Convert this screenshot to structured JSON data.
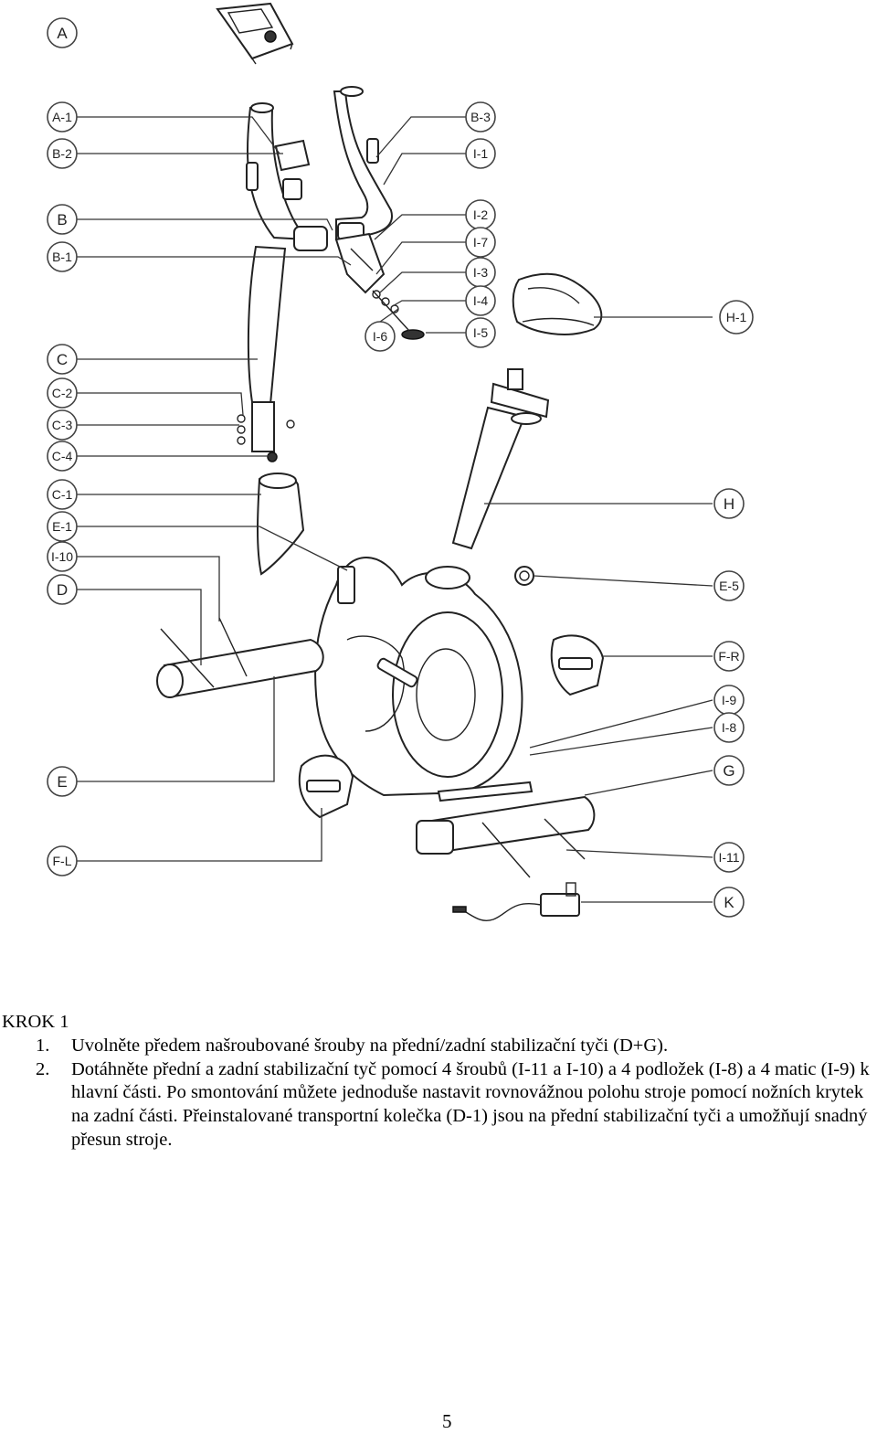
{
  "diagram": {
    "labels": {
      "A": "A",
      "A1": "A-1",
      "B2": "B-2",
      "B": "B",
      "B1": "B-1",
      "C": "C",
      "C2": "C-2",
      "C3": "C-3",
      "C4": "C-4",
      "C1": "C-1",
      "E1": "E-1",
      "I10": "I-10",
      "D": "D",
      "E": "E",
      "FL": "F-L",
      "B3": "B-3",
      "I1": "I-1",
      "I2": "I-2",
      "I7": "I-7",
      "I3": "I-3",
      "I4": "I-4",
      "I5": "I-5",
      "I6": "I-6",
      "H1": "H-1",
      "H": "H",
      "E5": "E-5",
      "FR": "F-R",
      "I9": "I-9",
      "I8": "I-8",
      "G": "G",
      "I11": "I-11",
      "K": "K"
    }
  },
  "instructions": {
    "heading": "KROK 1",
    "steps": [
      {
        "number": "1.",
        "text": "Uvolněte předem našroubované šrouby na přední/zadní stabilizační tyči (D+G)."
      },
      {
        "number": "2.",
        "text": "Dotáhněte přední a zadní stabilizační tyč pomocí 4 šroubů (I-11 a I-10) a 4 podložek (I-8) a 4 matic (I-9) k hlavní části. Po smontování můžete jednoduše nastavit rovnovážnou polohu stroje pomocí nožních krytek na zadní části. Přeinstalované transportní kolečka (D-1) jsou na přední stabilizační tyči a umožňují snadný přesun stroje."
      }
    ]
  },
  "page_number": "5"
}
